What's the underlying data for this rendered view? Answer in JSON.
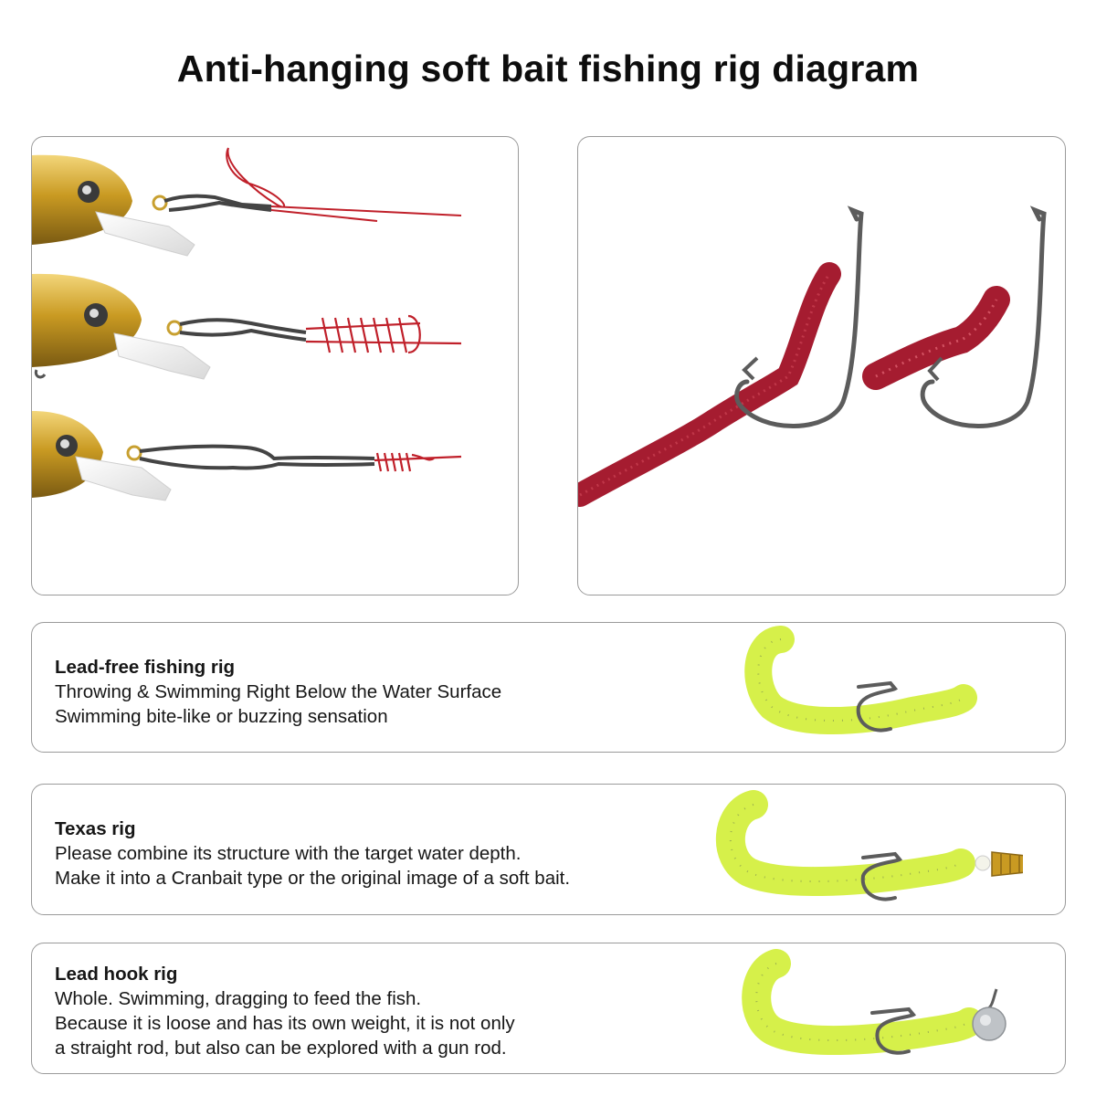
{
  "title": "Anti-hanging soft bait fishing rig diagram",
  "colors": {
    "line_red": "#c0202a",
    "worm_red": "#a51c30",
    "grub_green": "#d6f04a",
    "hook_steel": "#5c5c5c",
    "lure_gold": "#c99a22",
    "border": "#9a9a9a"
  },
  "rigs": [
    {
      "heading": "Lead-free fishing rig",
      "lines": [
        "Throwing & Swimming Right Below the Water Surface",
        "Swimming bite-like or buzzing sensation"
      ]
    },
    {
      "heading": "Texas rig",
      "lines": [
        "Please combine its structure with the target water depth.",
        "Make it into a Cranbait type or the original image of a soft bait."
      ]
    },
    {
      "heading": "Lead hook rig",
      "lines": [
        "Whole. Swimming, dragging to feed the fish.",
        "Because it is loose and has its own weight, it is not only",
        "a straight rod, but also can be explored with a gun rod."
      ]
    }
  ]
}
